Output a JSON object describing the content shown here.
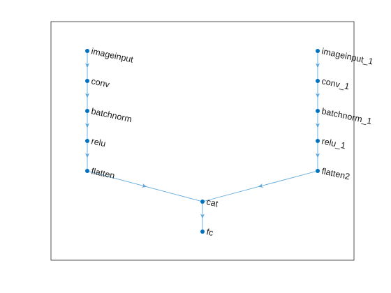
{
  "colors": {
    "node": "#0072BD",
    "edge": "#5FA8DC",
    "axes": "#262626",
    "background": "#ffffff"
  },
  "graph": {
    "nodes": [
      {
        "id": "imageinput",
        "label": "imageinput"
      },
      {
        "id": "conv",
        "label": "conv"
      },
      {
        "id": "batchnorm",
        "label": "batchnorm"
      },
      {
        "id": "relu",
        "label": "relu"
      },
      {
        "id": "flatten",
        "label": "flatten"
      },
      {
        "id": "imageinput_1",
        "label": "imageinput_1"
      },
      {
        "id": "conv_1",
        "label": "conv_1"
      },
      {
        "id": "batchnorm_1",
        "label": "batchnorm_1"
      },
      {
        "id": "relu_1",
        "label": "relu_1"
      },
      {
        "id": "flatten2",
        "label": "flatten2"
      },
      {
        "id": "cat",
        "label": "cat"
      },
      {
        "id": "fc",
        "label": "fc"
      }
    ],
    "edges": [
      {
        "from": "imageinput",
        "to": "conv"
      },
      {
        "from": "conv",
        "to": "batchnorm"
      },
      {
        "from": "batchnorm",
        "to": "relu"
      },
      {
        "from": "relu",
        "to": "flatten"
      },
      {
        "from": "flatten",
        "to": "cat"
      },
      {
        "from": "imageinput_1",
        "to": "conv_1"
      },
      {
        "from": "conv_1",
        "to": "batchnorm_1"
      },
      {
        "from": "batchnorm_1",
        "to": "relu_1"
      },
      {
        "from": "relu_1",
        "to": "flatten2"
      },
      {
        "from": "flatten2",
        "to": "cat"
      },
      {
        "from": "cat",
        "to": "fc"
      }
    ]
  }
}
